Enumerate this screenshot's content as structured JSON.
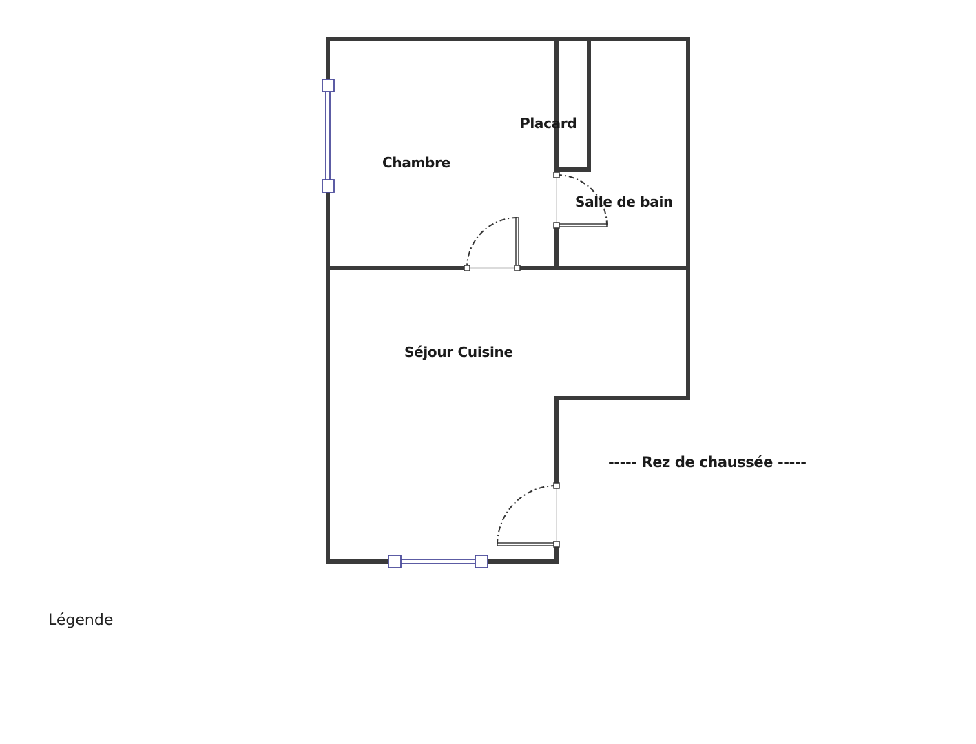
{
  "plan": {
    "rooms": [
      {
        "name": "Chambre"
      },
      {
        "name": "Placard"
      },
      {
        "name": "Salle de bain"
      },
      {
        "name": "Séjour Cuisine"
      }
    ],
    "floor_label": "----- Rez de chaussée -----",
    "legend_label": "Légende"
  },
  "colors": {
    "wall": "#3a3a3a",
    "wall_edge": "#888888",
    "window": "#4a4a9a",
    "window_fill": "#ffffff",
    "door_swing": "#333333",
    "door_threshold": "#cfcfcf"
  }
}
